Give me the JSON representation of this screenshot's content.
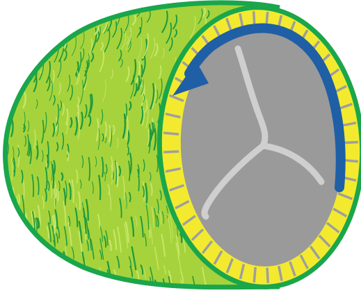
{
  "diagram": {
    "kind": "tube-cross-section",
    "colors": {
      "outer_outline": "#1aa64b",
      "body_fill": "#a6d33b",
      "fiber_dark": "#1f9a3d",
      "fiber_light": "#c8e66a",
      "ring_fill": "#f3ea2f",
      "ring_ticks": "#9e9e9e",
      "lumen_fill": "#9a9a9a",
      "crack_lines": "#cfcfcf",
      "arrow": "#1f5fa6"
    },
    "icons": {
      "arrow": "curved-arrow-counterclockwise",
      "crack": "y-shaped-crack"
    },
    "ring_tick_count": 44
  }
}
